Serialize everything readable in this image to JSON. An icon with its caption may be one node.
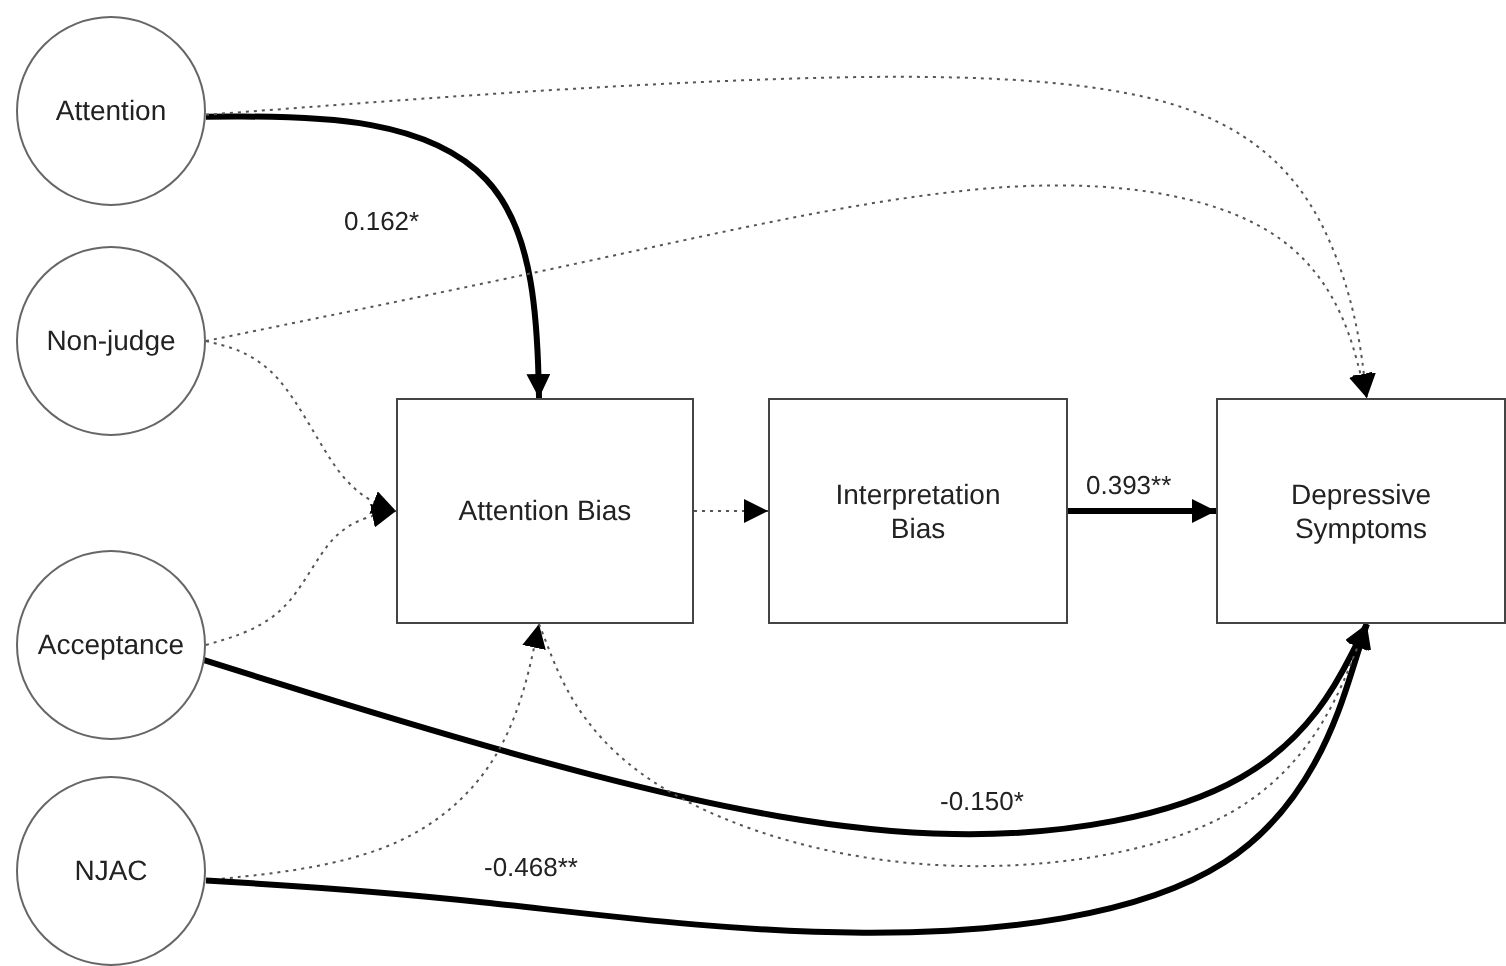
{
  "diagram": {
    "nodes": [
      {
        "text": [
          "Attention"
        ]
      },
      {
        "text": [
          "Non-judge"
        ]
      },
      {
        "text": [
          "Acceptance"
        ]
      },
      {
        "text": [
          "NJAC"
        ]
      },
      {
        "text": [
          "Attention Bias"
        ]
      },
      {
        "text": [
          "Interpretation Bias"
        ]
      },
      {
        "text": [
          "Depressive Symptoms"
        ]
      }
    ],
    "edges": [
      {
        "from": 0,
        "to": 4,
        "arrow": "to",
        "label": "0.162*",
        "style": "thick"
      },
      {
        "from": 0,
        "to": 6,
        "arrow": "to",
        "style": "dashed"
      },
      {
        "from": 1,
        "to": 6,
        "arrow": "to",
        "style": "dashed"
      },
      {
        "from": 1,
        "to": 4,
        "arrow": "to",
        "style": "dashed"
      },
      {
        "from": 2,
        "to": 4,
        "arrow": "to",
        "style": "dashed"
      },
      {
        "from": 2,
        "to": 6,
        "arrow": "to",
        "label": "-0.150*",
        "style": "thick"
      },
      {
        "from": 3,
        "to": 4,
        "arrow": "to",
        "style": "dashed"
      },
      {
        "from": 3,
        "to": 6,
        "arrow": "to",
        "label": "-0.468**",
        "style": "thick"
      },
      {
        "from": 4,
        "to": 5,
        "arrow": "to",
        "style": "dashed"
      },
      {
        "from": 5,
        "to": 6,
        "arrow": "to",
        "label": "0.393**",
        "style": "thick"
      },
      {
        "from": 4,
        "to": 6,
        "arrow": "to",
        "style": "dashed"
      }
    ]
  }
}
